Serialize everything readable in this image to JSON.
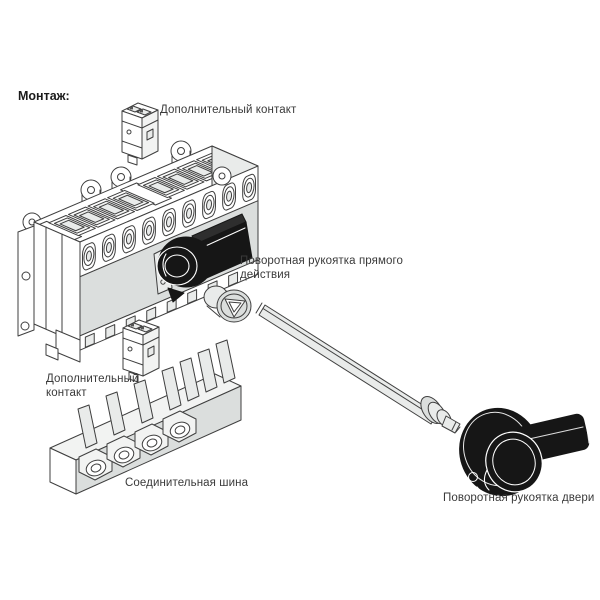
{
  "page": {
    "heading": "Монтаж:",
    "background": "#ffffff"
  },
  "labels": {
    "aux_contact_top": "Дополнительный контакт",
    "direct_rotary_handle": {
      "line1": "Поворотная рукоятка прямого",
      "line2": "действия"
    },
    "aux_contact_side": {
      "line1": "Дополнительный",
      "line2": "контакт"
    },
    "busbar": "Соединительная шина",
    "door_rotary_handle": "Поворотная рукоятка двери"
  },
  "parts": {
    "main_body": "switch-disconnector-body",
    "aux_contact_top": "auxiliary-contact",
    "aux_contact_side": "auxiliary-contact",
    "direct_rotary_handle": "direct-action-rotary-handle",
    "shaft_adapter": "shaft-adapter-knob",
    "extension_shaft": "square-extension-shaft",
    "shaft_collar": "shaft-collar-tip",
    "door_rotary_handle": "door-rotary-handle",
    "busbar": "connection-busbar"
  },
  "colors": {
    "line": "#3f3f3f",
    "panel_gray": "#dbdedd",
    "light_gray": "#eceeed",
    "part_black": "#161616",
    "text": "#3a3a3a",
    "background": "#ffffff"
  }
}
